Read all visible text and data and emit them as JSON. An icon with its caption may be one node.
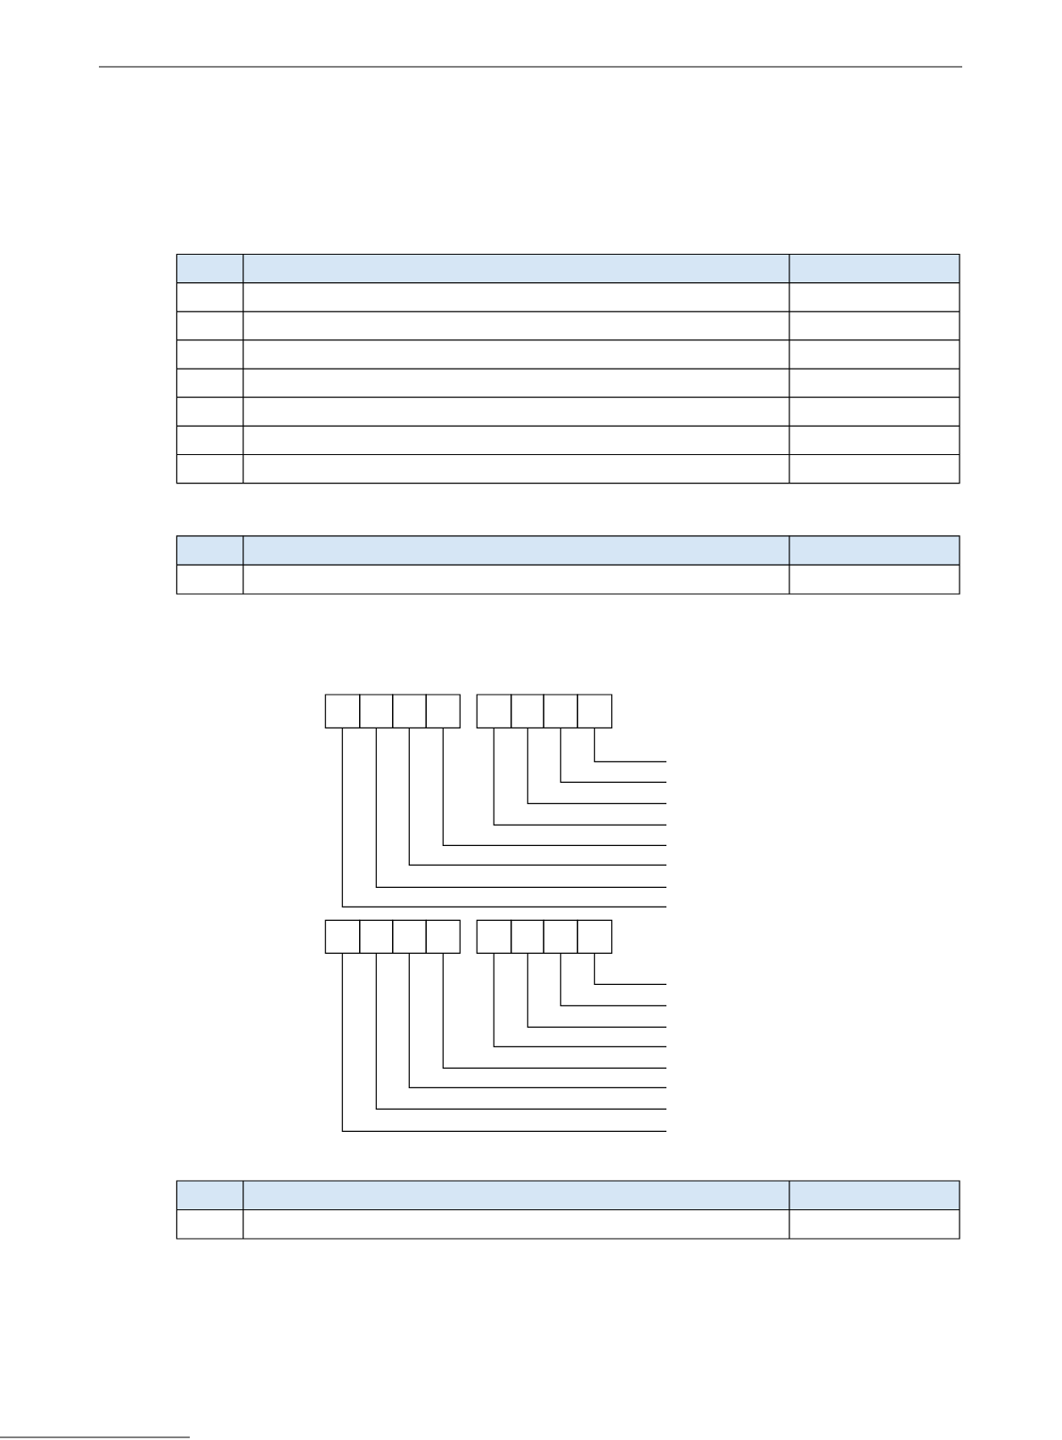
{
  "diagram": {
    "nodes": [
      {
        "text": [],
        "shape": "box"
      },
      {
        "text": [],
        "shape": "box"
      },
      {
        "text": [],
        "shape": "box"
      },
      {
        "text": [],
        "shape": "box"
      },
      {
        "text": [],
        "shape": "box"
      },
      {
        "text": [],
        "shape": "box"
      },
      {
        "text": [],
        "shape": "box"
      },
      {
        "text": [],
        "shape": "box"
      },
      {
        "text": [],
        "shape": "box"
      },
      {
        "text": [],
        "shape": "box"
      },
      {
        "text": [],
        "shape": "box"
      },
      {
        "text": [],
        "shape": "box"
      },
      {
        "text": [],
        "shape": "box"
      },
      {
        "text": [],
        "shape": "box"
      },
      {
        "text": [],
        "shape": "box"
      },
      {
        "text": [],
        "shape": "box"
      }
    ],
    "edges": [
      {
        "from": 7,
        "to": null,
        "arrow": "none"
      },
      {
        "from": 6,
        "to": null,
        "arrow": "none"
      },
      {
        "from": 5,
        "to": null,
        "arrow": "none"
      },
      {
        "from": 4,
        "to": null,
        "arrow": "none"
      },
      {
        "from": 3,
        "to": null,
        "arrow": "none"
      },
      {
        "from": 2,
        "to": null,
        "arrow": "none"
      },
      {
        "from": 1,
        "to": null,
        "arrow": "none"
      },
      {
        "from": 0,
        "to": null,
        "arrow": "none"
      },
      {
        "from": 15,
        "to": null,
        "arrow": "none"
      },
      {
        "from": 14,
        "to": null,
        "arrow": "none"
      },
      {
        "from": 13,
        "to": null,
        "arrow": "none"
      },
      {
        "from": 12,
        "to": null,
        "arrow": "none"
      },
      {
        "from": 11,
        "to": null,
        "arrow": "none"
      },
      {
        "from": 10,
        "to": null,
        "arrow": "none"
      },
      {
        "from": 9,
        "to": null,
        "arrow": "none"
      },
      {
        "from": 8,
        "to": null,
        "arrow": "none"
      }
    ]
  }
}
